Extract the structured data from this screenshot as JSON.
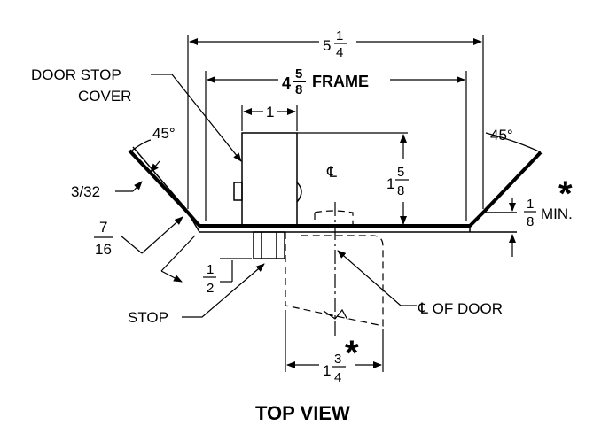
{
  "labels": {
    "overall_width": {
      "whole": "5",
      "num": "1",
      "den": "4"
    },
    "frame": {
      "whole": "4",
      "num": "5",
      "den": "8",
      "suffix": "FRAME"
    },
    "door_stop_cover": {
      "line1": "DOOR STOP",
      "line2": "COVER"
    },
    "stop_width": "1",
    "angle_left": "45°",
    "angle_right": "45°",
    "thickness": "3/32",
    "return": {
      "num": "7",
      "den": "16"
    },
    "stop_height": {
      "whole": "1",
      "num": "5",
      "den": "8"
    },
    "centerline_symbol": "℄",
    "min_clearance": {
      "num": "1",
      "den": "8",
      "suffix": "MIN."
    },
    "asterisk_top": "*",
    "stop_depth": {
      "num": "1",
      "den": "2"
    },
    "stop": "STOP",
    "door_centerline": "℄ OF DOOR",
    "asterisk_bottom": "*",
    "door_thickness": {
      "whole": "1",
      "num": "3",
      "den": "4"
    }
  },
  "title": "TOP VIEW"
}
